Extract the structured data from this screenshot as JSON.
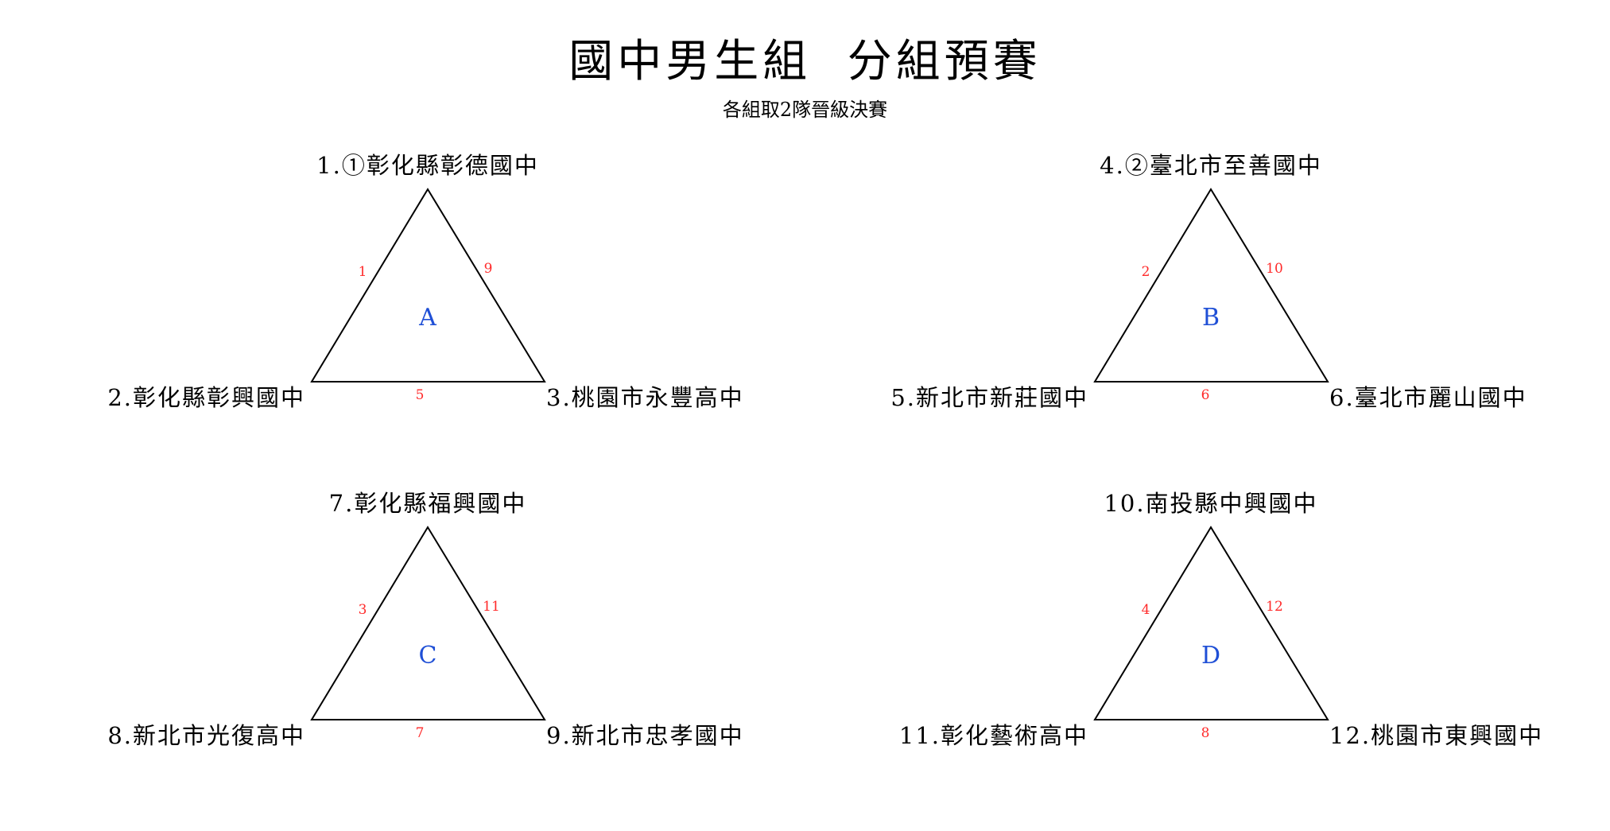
{
  "title": "國中男生組  分組預賽",
  "subtitle": "各組取2隊晉級決賽",
  "colors": {
    "match_number": "#ff2a2a",
    "group_label": "#1f4fd6",
    "lines": "#000000"
  },
  "groups": [
    {
      "label": "A",
      "teams": {
        "top": "1.①彰化縣彰德國中",
        "bottom_left": "2.彰化縣彰興國中",
        "bottom_right": "3.桃園市永豐高中"
      },
      "matches": {
        "left": "1",
        "right": "9",
        "bottom": "5"
      }
    },
    {
      "label": "B",
      "teams": {
        "top": "4.②臺北市至善國中",
        "bottom_left": "5.新北市新莊國中",
        "bottom_right": "6.臺北市麗山國中"
      },
      "matches": {
        "left": "2",
        "right": "10",
        "bottom": "6"
      }
    },
    {
      "label": "C",
      "teams": {
        "top": "7.彰化縣福興國中",
        "bottom_left": "8.新北市光復高中",
        "bottom_right": "9.新北市忠孝國中"
      },
      "matches": {
        "left": "3",
        "right": "11",
        "bottom": "7"
      }
    },
    {
      "label": "D",
      "teams": {
        "top": "10.南投縣中興國中",
        "bottom_left": "11.彰化藝術高中",
        "bottom_right": "12.桃園市東興國中"
      },
      "matches": {
        "left": "4",
        "right": "12",
        "bottom": "8"
      }
    }
  ]
}
